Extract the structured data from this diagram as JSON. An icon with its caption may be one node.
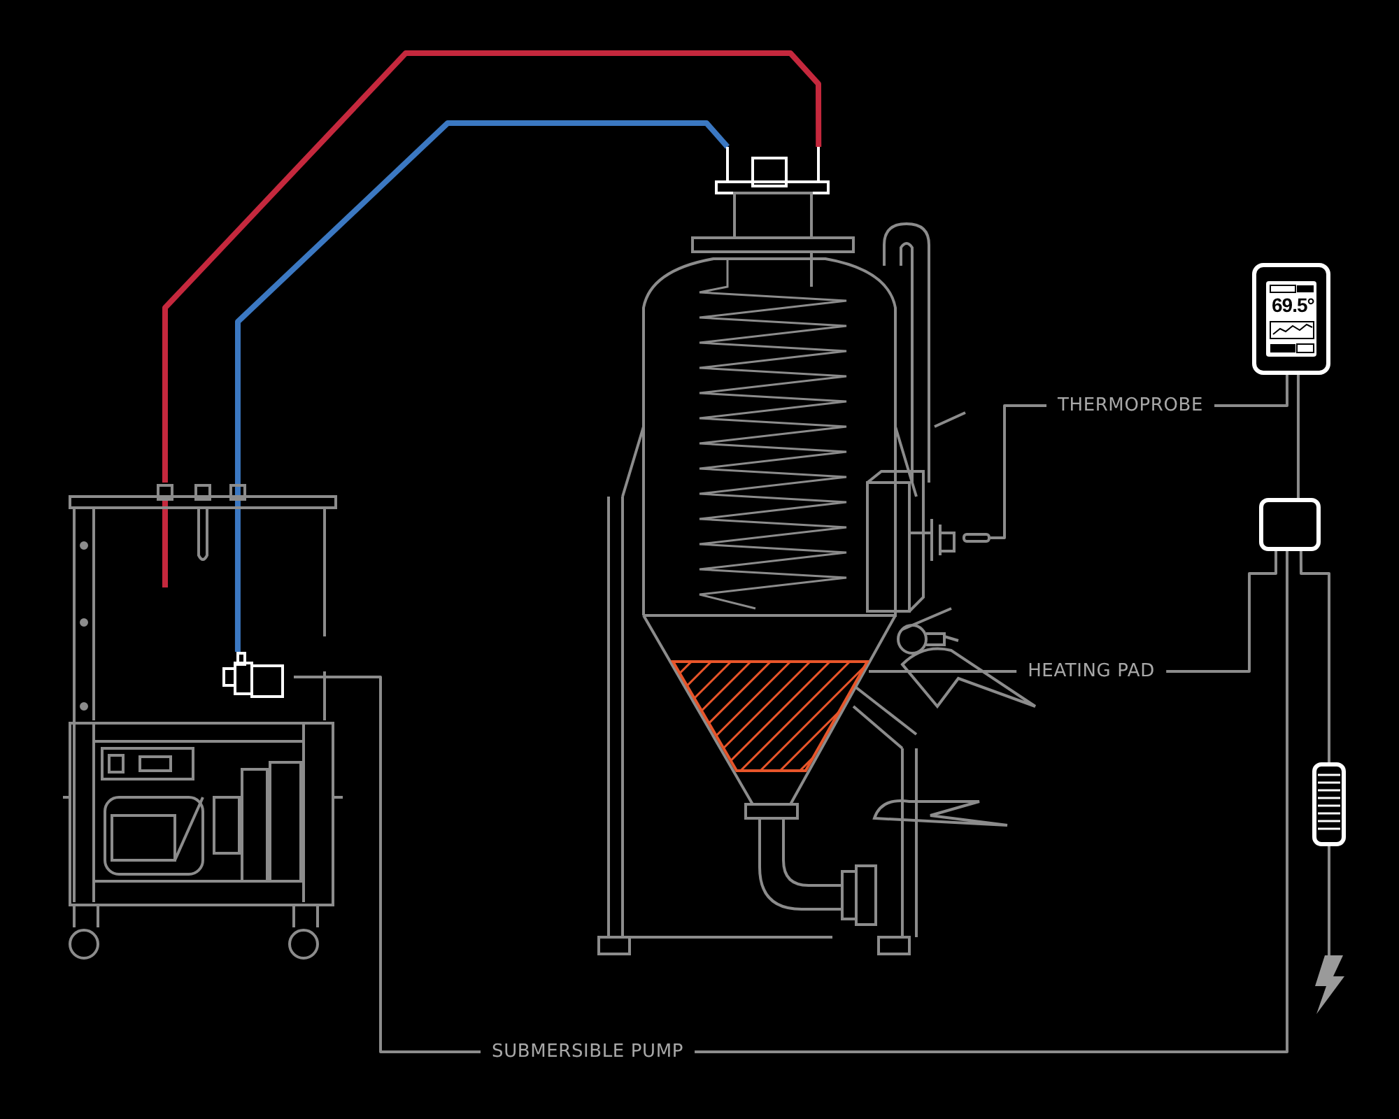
{
  "diagram": {
    "nodes": [
      {
        "text": [],
        "shape": "picture"
      },
      {
        "text": [],
        "shape": "picture",
        "in": 0
      },
      {
        "text": [],
        "shape": "picture"
      },
      {
        "text": [],
        "shape": "bar",
        "in": 2
      },
      {
        "text": [],
        "shape": "triangle",
        "in": 2
      },
      {
        "text": [
          "69.5°"
        ]
      },
      {
        "text": [],
        "shape": "box"
      },
      {
        "text": [],
        "shape": "box"
      },
      {
        "text": [],
        "shape": "bolt"
      }
    ],
    "edges": [
      {
        "from": 0,
        "to": 2,
        "arrow": "none",
        "style": "thick",
        "color": "#c5283d"
      },
      {
        "from": 1,
        "to": 2,
        "arrow": "none",
        "style": "thick",
        "color": "#3b78c2"
      },
      {
        "from": 3,
        "to": 5,
        "arrow": "none",
        "label": "THERMOPROBE"
      },
      {
        "from": 5,
        "to": 6,
        "arrow": "none"
      },
      {
        "from": 4,
        "to": 6,
        "arrow": "none",
        "label": "HEATING PAD"
      },
      {
        "from": 1,
        "to": 6,
        "arrow": "none",
        "label": "SUBMERSIBLE PUMP"
      },
      {
        "from": 6,
        "to": 7,
        "arrow": "none"
      },
      {
        "from": 7,
        "to": 8,
        "arrow": "none"
      }
    ]
  }
}
